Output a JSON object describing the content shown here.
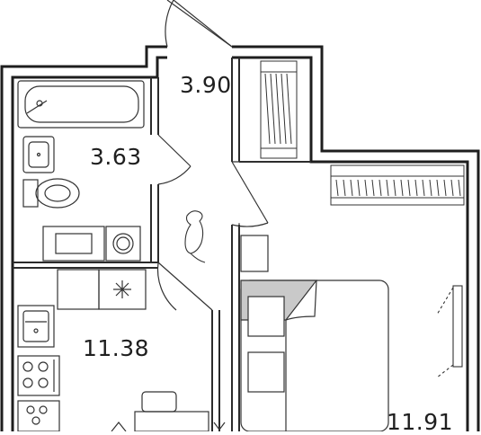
{
  "rooms": [
    {
      "id": "hallway",
      "area": "3.90"
    },
    {
      "id": "bathroom",
      "area": "3.63"
    },
    {
      "id": "kitchen-living",
      "area": "11.38"
    },
    {
      "id": "bedroom",
      "area": "11.91"
    }
  ],
  "colors": {
    "wall": "#1e1e1e",
    "wall_fill": "#ffffff",
    "line": "#3a3a3a",
    "accent_fill": "#c9c9c9",
    "background": "#ffffff"
  }
}
